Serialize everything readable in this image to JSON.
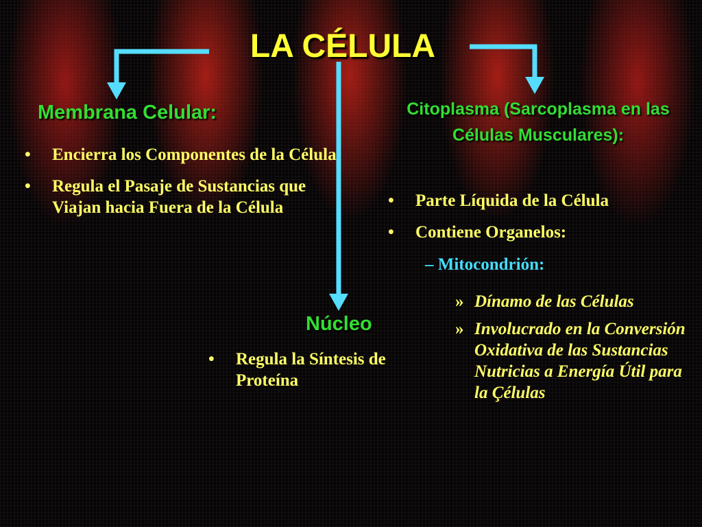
{
  "title": "LA CÉLULA",
  "colors": {
    "title": "#ffff33",
    "heading": "#33dd33",
    "text": "#ffff66",
    "subheading": "#44ddff",
    "connector": "#55ddff",
    "background": "#070405"
  },
  "membrana": {
    "heading": "Membrana Celular:",
    "items": [
      "Encierra los Componentes de la Célula",
      "Regula el Pasaje de Sustancias que Viajan hacia Fuera de la Célula"
    ]
  },
  "nucleo": {
    "heading": "Núcleo",
    "items": [
      "Regula la Síntesis de Proteína"
    ]
  },
  "citoplasma": {
    "heading": "Citoplasma (Sarcoplasma en las Células Musculares):",
    "items": [
      "Parte Líquida de la Célula",
      "Contiene Organelos:"
    ],
    "sub": {
      "label": "Mitocondrión:",
      "items": [
        "Dínamo de las Células",
        "Involucrado en la Conversión Oxidativa de las Sustancias Nutricias a Energía Útil para la Çélulas"
      ]
    }
  },
  "icons": {
    "bullet": "•",
    "dash": "–",
    "subbullet": "»"
  }
}
